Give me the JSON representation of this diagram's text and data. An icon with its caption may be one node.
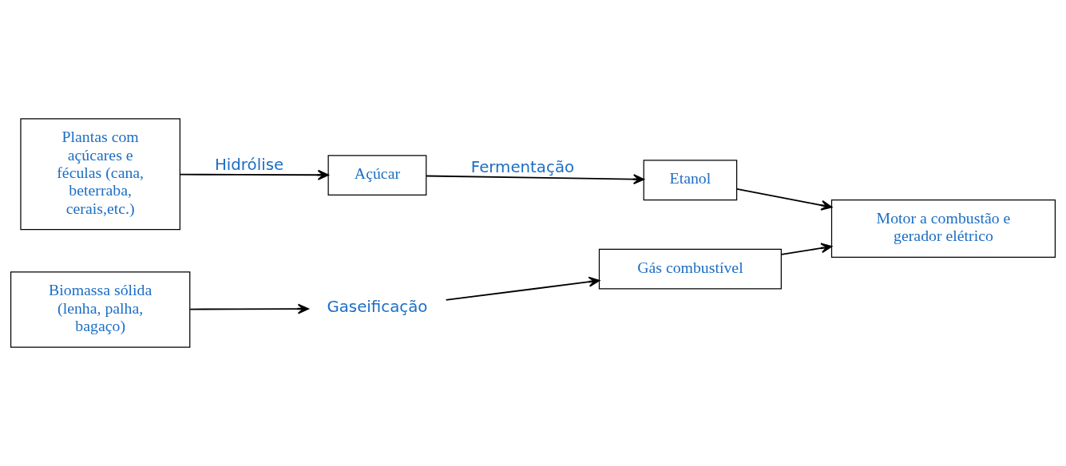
{
  "diagram": {
    "nodes": [
      {
        "text": [
          "Plantas com açúcares e féculas (cana, beterraba, cerais,etc.)"
        ]
      },
      {
        "text": [
          "Açúcar"
        ]
      },
      {
        "text": [
          "Etanol"
        ]
      },
      {
        "text": [
          "Motor a combustão e gerador elétrico"
        ]
      },
      {
        "text": [
          "Biomassa sólida (lenha, palha, bagaço)"
        ]
      },
      {
        "text": [
          "Gaseificação"
        ]
      },
      {
        "text": [
          "Gás combustível"
        ]
      }
    ],
    "edges": [
      {
        "from": 0,
        "to": 1,
        "arrow": "to",
        "label": "Hidrólise"
      },
      {
        "from": 1,
        "to": 2,
        "arrow": "to",
        "label": "Fermentação"
      },
      {
        "from": 2,
        "to": 3,
        "arrow": "to"
      },
      {
        "from": 4,
        "to": 5,
        "arrow": "to"
      },
      {
        "from": 5,
        "to": 6,
        "arrow": "to"
      },
      {
        "from": 6,
        "to": 3,
        "arrow": "to"
      }
    ]
  }
}
